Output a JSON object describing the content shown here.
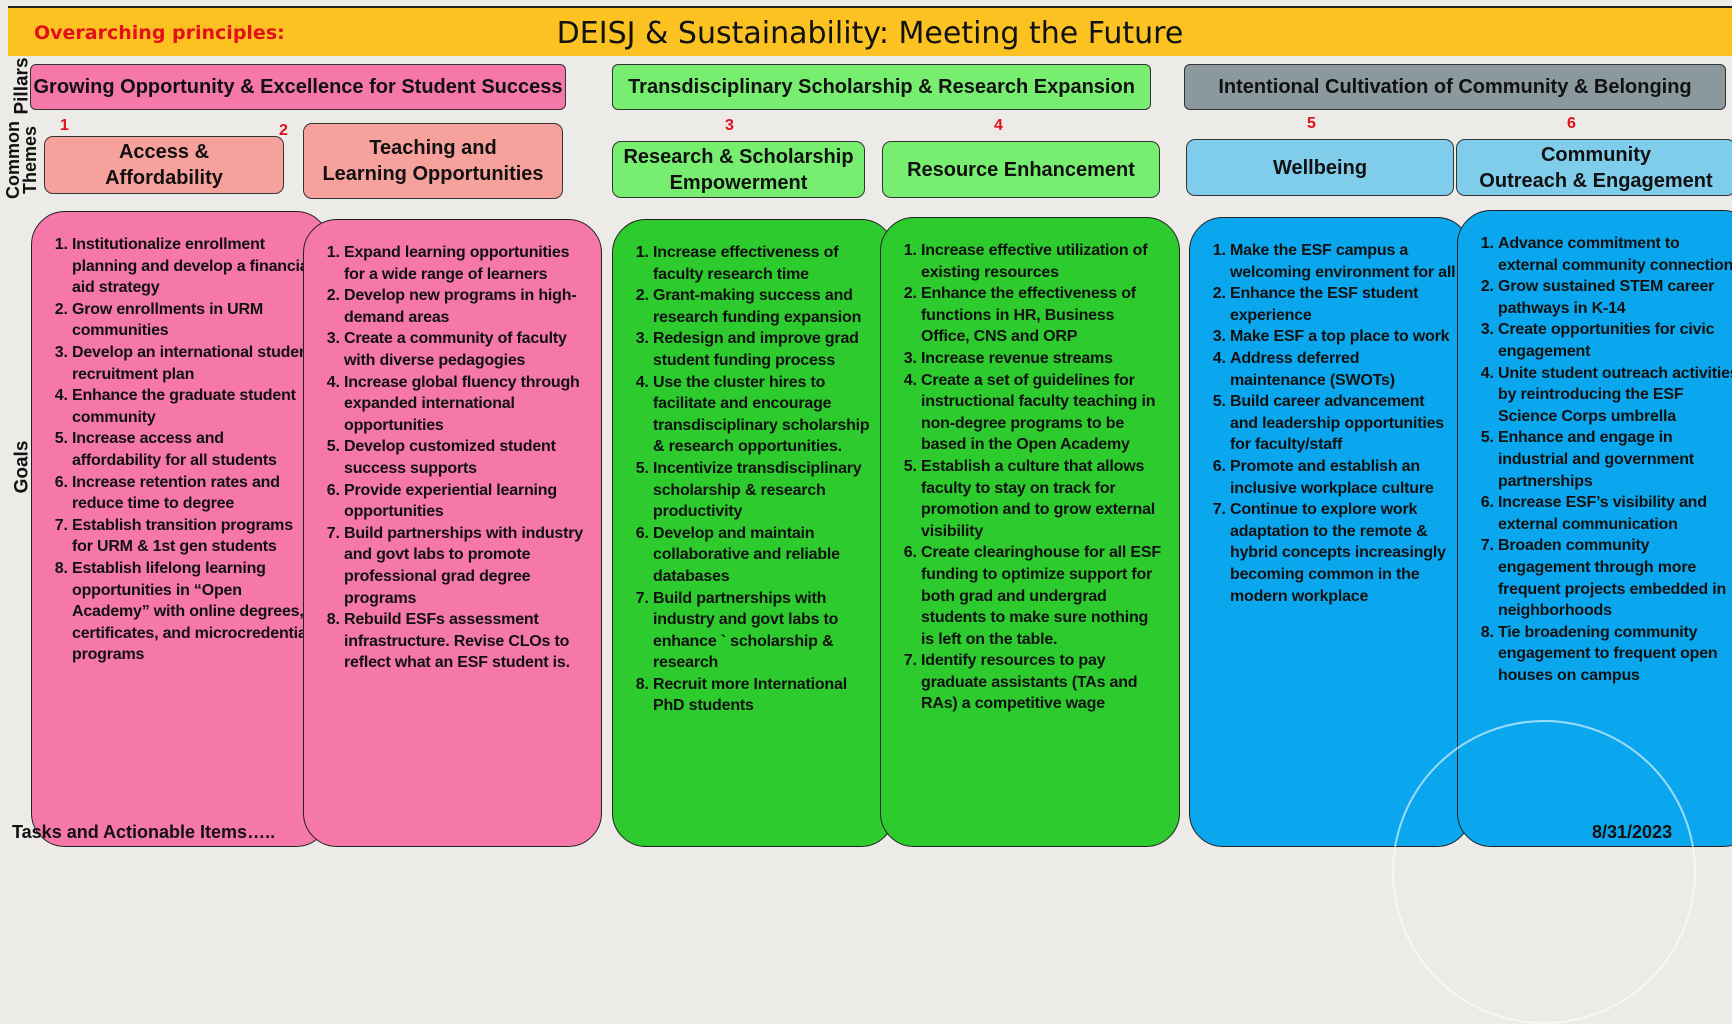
{
  "header": {
    "principles_label": "Overarching principles:",
    "title": "DEISJ & Sustainability: Meeting the Future"
  },
  "row_labels": {
    "pillars": "Pillars",
    "themes": "Common Themes",
    "goals": "Goals"
  },
  "pillars": [
    {
      "label": "Growing Opportunity & Excellence for Student Success",
      "color": "#f578a8"
    },
    {
      "label": "Transdisciplinary Scholarship & Research Expansion",
      "color": "#77ee6f"
    },
    {
      "label": "Intentional Cultivation of Community & Belonging",
      "color": "#8b999f"
    }
  ],
  "themes": [
    {
      "number": "1",
      "label": "Access &\nAffordability"
    },
    {
      "number": "2",
      "label": "Teaching and\nLearning Opportunities"
    },
    {
      "number": "3",
      "label": "Research & Scholarship\nEmpowerment"
    },
    {
      "number": "4",
      "label": "Resource Enhancement"
    },
    {
      "number": "5",
      "label": "Wellbeing"
    },
    {
      "number": "6",
      "label": "Community\nOutreach & Engagement"
    }
  ],
  "goals": [
    [
      "Institutionalize enrollment planning and develop a financial aid strategy",
      "Grow enrollments in URM communities",
      "Develop an international student recruitment plan",
      "Enhance the graduate student community",
      "Increase access and affordability for all students",
      "Increase retention rates and reduce time to degree",
      "Establish transition programs for URM & 1st gen students",
      "Establish lifelong learning opportunities in “Open Academy” with online degrees, certificates, and microcredential programs"
    ],
    [
      "Expand learning opportunities for a wide range of learners",
      "Develop new programs in high-demand areas",
      "Create a community of faculty with diverse pedagogies",
      "Increase global fluency through expanded international opportunities",
      "Develop customized student success supports",
      "Provide experiential learning opportunities",
      "Build partnerships with industry and govt labs to promote professional grad degree programs",
      "Rebuild ESFs assessment infrastructure. Revise CLOs to reflect what an ESF student is."
    ],
    [
      "Increase effectiveness of faculty research time",
      "Grant-making success and research funding expansion",
      "Redesign and improve grad student funding process",
      "Use the cluster hires to facilitate and encourage transdisciplinary scholarship & research opportunities.",
      "Incentivize transdisciplinary scholarship & research productivity",
      "Develop and maintain collaborative and reliable databases",
      "Build partnerships with industry and govt labs to enhance ` scholarship & research",
      "Recruit more International PhD students"
    ],
    [
      "Increase effective utilization of existing resources",
      "Enhance the effectiveness of functions in HR, Business Office, CNS and ORP",
      "Increase revenue streams",
      "Create a set of  guidelines for instructional faculty teaching in non-degree programs to be based in the Open Academy",
      "Establish a culture that allows faculty to stay on track for promotion and to grow external visibility",
      "Create clearinghouse for all ESF funding to optimize support for both grad and undergrad students  to make sure nothing is left on the table.",
      "Identify resources to pay graduate assistants (TAs and RAs) a competitive wage"
    ],
    [
      "Make the ESF campus a welcoming environment for all",
      "Enhance the ESF student experience",
      "Make ESF a top place to work",
      "Address deferred maintenance (SWOTs)",
      "Build career advancement and leadership opportunities for faculty/staff",
      "Promote and establish an inclusive workplace culture",
      "Continue to explore work adaptation  to the remote & hybrid concepts increasingly becoming common in the modern workplace"
    ],
    [
      "Advance commitment to external community connections",
      "Grow sustained STEM career pathways in K-14",
      "Create opportunities for civic engagement",
      "Unite student outreach activities by reintroducing the ESF Science Corps umbrella",
      " Enhance and engage in industrial and government partnerships",
      "Increase ESF’s visibility and external communication",
      "Broaden community engagement through more frequent projects embedded in neighborhoods",
      "Tie broadening community engagement to frequent open houses on campus"
    ]
  ],
  "footer": {
    "left": "Tasks and Actionable Items…..",
    "right": "8/31/2023"
  }
}
